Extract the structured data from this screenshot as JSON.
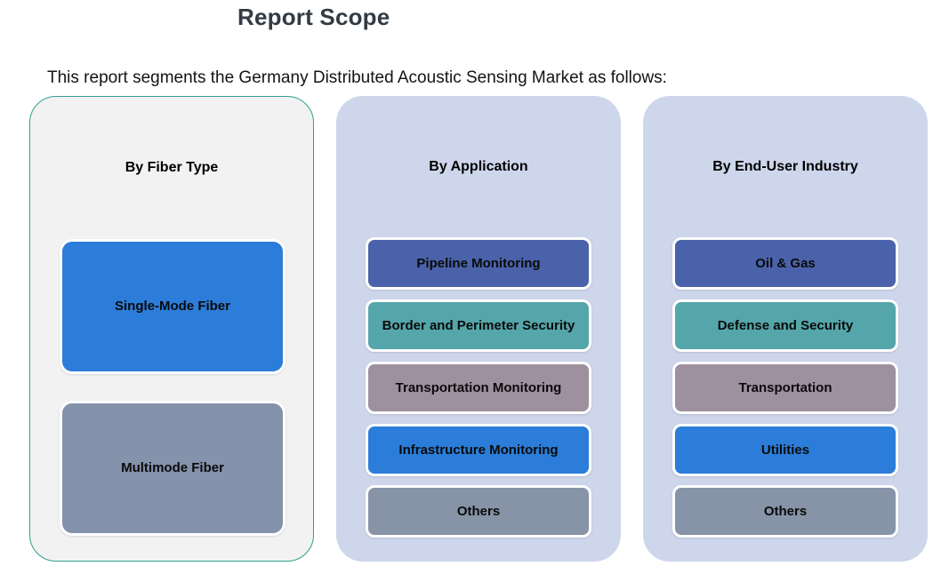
{
  "title": "Report Scope",
  "subtitle": "This report segments the Germany Distributed Acoustic Sensing Market as follows:",
  "colors": {
    "title_text": "#333b43",
    "column_light_bg": "#f2f2f2",
    "column_light_border": "#2fa08f",
    "column_periwinkle_bg": "#cdd6eb",
    "box_blue": "#2b7dd9",
    "box_indigo": "#4a62a9",
    "box_teal": "#55a6aa",
    "box_mauve": "#9e909f",
    "box_slate": "#8492ab",
    "box_gray": "#8793a7"
  },
  "columns": [
    {
      "header": "By Fiber Type",
      "items": [
        {
          "label": "Single-Mode Fiber",
          "color": "#2b7dd9"
        },
        {
          "label": "Multimode Fiber",
          "color": "#8492ab"
        }
      ]
    },
    {
      "header": "By Application",
      "items": [
        {
          "label": "Pipeline Monitoring",
          "color": "#4a62a9"
        },
        {
          "label": "Border and Perimeter Security",
          "color": "#55a6aa"
        },
        {
          "label": "Transportation Monitoring",
          "color": "#9e909f"
        },
        {
          "label": "Infrastructure Monitoring",
          "color": "#2b7dd9"
        },
        {
          "label": "Others",
          "color": "#8793a7"
        }
      ]
    },
    {
      "header": "By End-User Industry",
      "items": [
        {
          "label": "Oil & Gas",
          "color": "#4a62a9"
        },
        {
          "label": "Defense and Security",
          "color": "#55a6aa"
        },
        {
          "label": "Transportation",
          "color": "#9e909f"
        },
        {
          "label": "Utilities",
          "color": "#2b7dd9"
        },
        {
          "label": "Others",
          "color": "#8793a7"
        }
      ]
    }
  ]
}
